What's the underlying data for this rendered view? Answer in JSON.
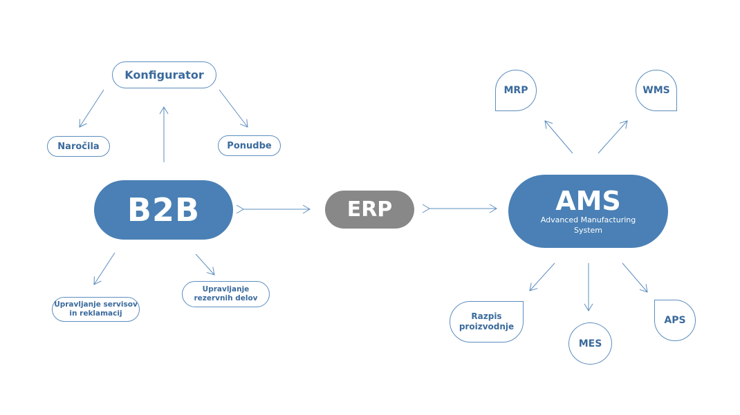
{
  "nodes": {
    "konfigurator": "Konfigurator",
    "narocila": "Naročila",
    "ponudbe": "Ponudbe",
    "b2b": "B2B",
    "erp": "ERP",
    "ams": "AMS",
    "ams_sub_1": "Advanced Manufacturing",
    "ams_sub_2": "System",
    "servis_1": "Upravljanje servisov",
    "servis_2": "in reklamacij",
    "rezervni_1": "Upravljanje",
    "rezervni_2": "rezervnih delov",
    "mrp": "MRP",
    "wms": "WMS",
    "razpis_1": "Razpis",
    "razpis_2": "proizvodnje",
    "mes": "MES",
    "aps": "APS"
  },
  "colors": {
    "primary": "#4a80b5",
    "erp_grey": "#888888",
    "outline": "#5b8cbe",
    "text": "#3a6a9c",
    "background": "#ffffff"
  }
}
